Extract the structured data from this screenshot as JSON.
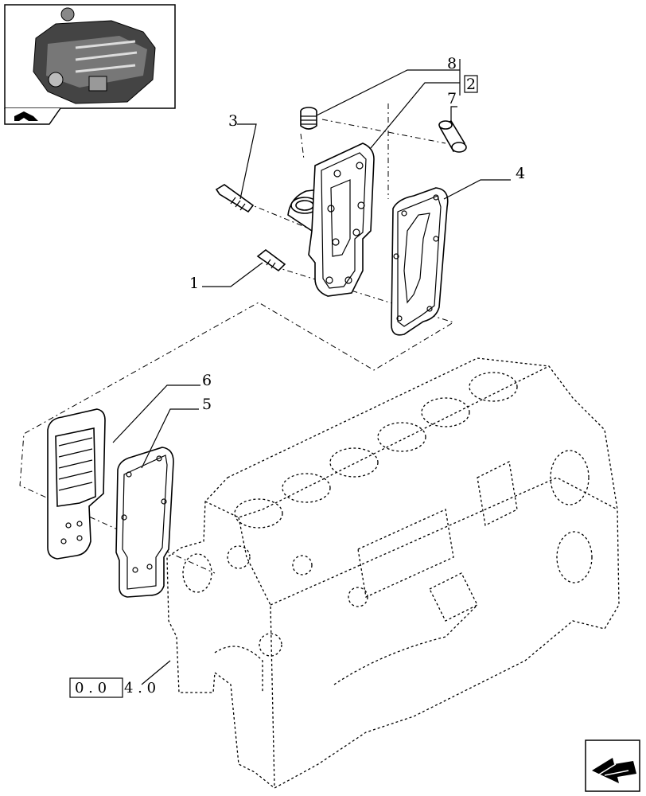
{
  "callouts": {
    "c1": "1",
    "c2": "2",
    "c3": "3",
    "c4": "4",
    "c5": "5",
    "c6": "6",
    "c7": "7",
    "c8": "8"
  },
  "reference": {
    "section": "0 . 0",
    "suffix": "4 . 0"
  },
  "icons": {
    "thumbnail": "engine-thumbnail-icon",
    "back": "back-arrow-icon",
    "next": "next-page-icon"
  }
}
